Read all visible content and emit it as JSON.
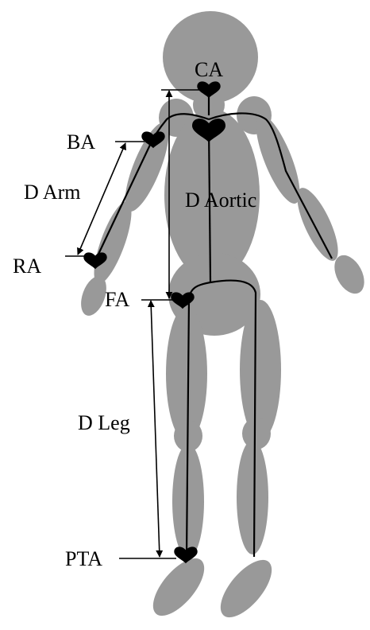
{
  "colors": {
    "body": "#999999",
    "line": "#000000",
    "background": "#ffffff"
  },
  "sites": {
    "ca": "CA",
    "ba": "BA",
    "ra": "RA",
    "fa": "FA",
    "pta": "PTA"
  },
  "distances": {
    "arm": "D Arm",
    "aortic": "D Aortic",
    "leg": "D Leg"
  },
  "icons": {
    "heart": "heart-icon"
  }
}
